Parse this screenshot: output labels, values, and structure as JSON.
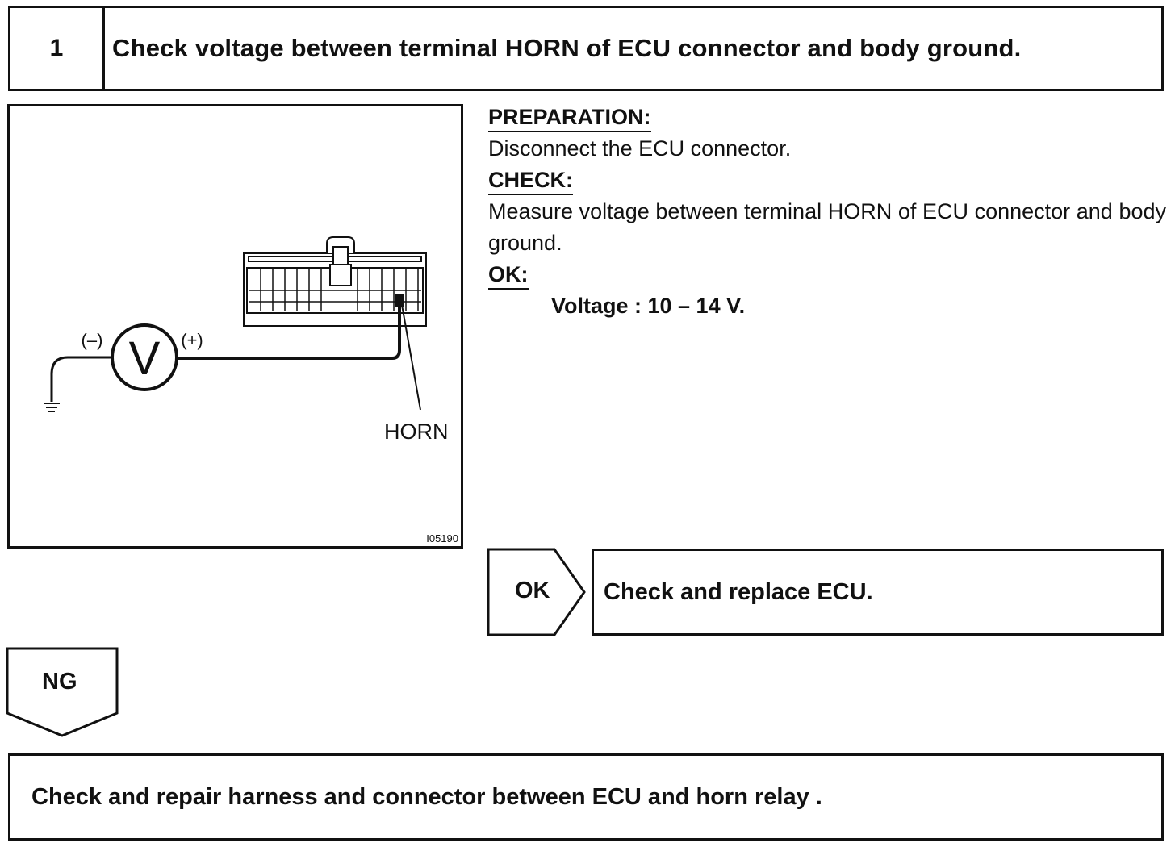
{
  "header": {
    "step_number": "1",
    "title": "Check voltage between terminal HORN of ECU connector and body ground."
  },
  "figure": {
    "minus_label": "(–)",
    "plus_label": "(+)",
    "meter_symbol": "V",
    "terminal_label": "HORN",
    "figure_id": "I05190"
  },
  "instructions": {
    "preparation_heading": "PREPARATION:",
    "preparation_text": "Disconnect the ECU connector.",
    "check_heading": "CHECK:",
    "check_text": "Measure voltage between terminal HORN of ECU connector and body ground.",
    "ok_heading": "OK:",
    "ok_spec": "Voltage : 10 – 14 V."
  },
  "ok_branch": {
    "label": "OK",
    "action": "Check and replace ECU."
  },
  "ng_branch": {
    "label": "NG",
    "action": "Check and repair harness and connector between ECU and horn relay ."
  }
}
